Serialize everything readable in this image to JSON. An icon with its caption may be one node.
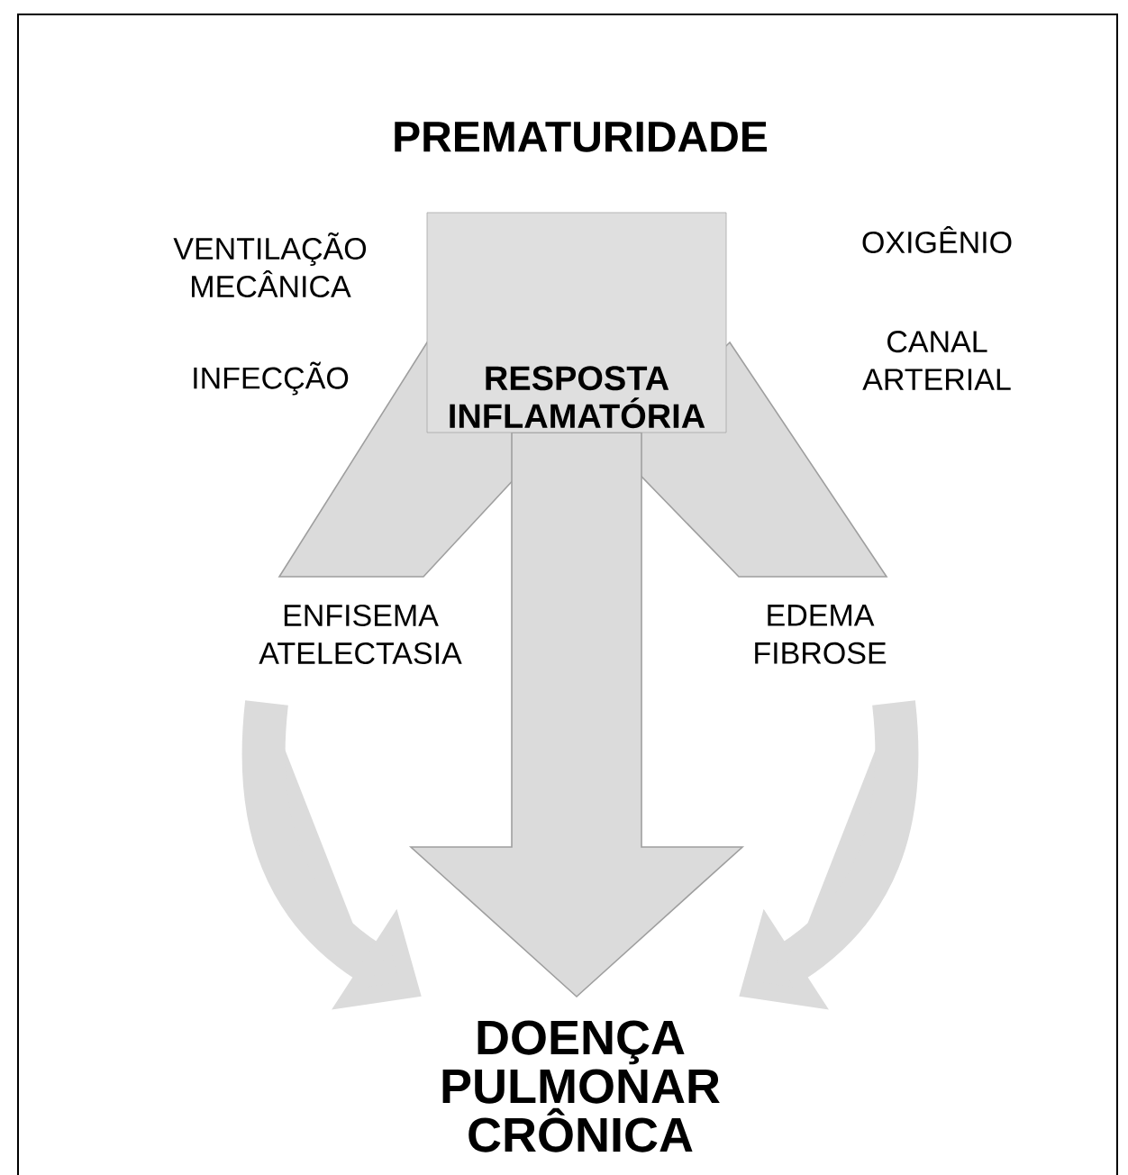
{
  "diagram": {
    "title": "PREMATURIDADE",
    "nodes": [
      {
        "text": [
          "RESPOSTA INFLAMATÓRIA"
        ]
      },
      {
        "text": [
          "ENFISEMA ATELECTASIA"
        ]
      },
      {
        "text": [
          "EDEMA FIBROSE"
        ]
      },
      {
        "text": [
          "DOENÇA PULMONAR CRÔNICA"
        ]
      }
    ],
    "edges": [
      {
        "from": 0,
        "to": 1,
        "arrow": "none"
      },
      {
        "from": 0,
        "to": 2,
        "arrow": "none"
      },
      {
        "from": 0,
        "to": 3,
        "arrow": "to"
      },
      {
        "from": 1,
        "to": 3,
        "arrow": "to"
      },
      {
        "from": 2,
        "to": 3,
        "arrow": "to"
      }
    ],
    "labels": [
      "VENTILAÇÃO MECÂNICA",
      "INFECÇÃO",
      "OXIGÊNIO",
      "CANAL ARTERIAL"
    ]
  }
}
